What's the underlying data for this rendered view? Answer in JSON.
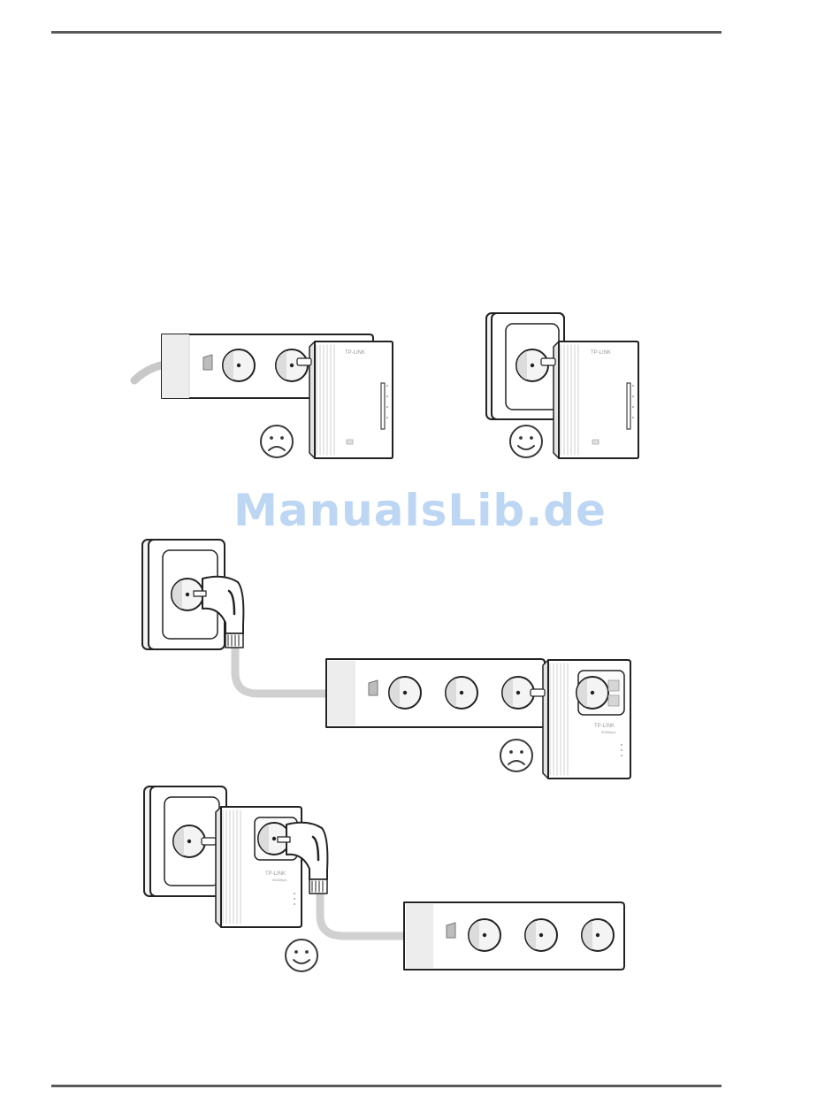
{
  "watermark": "ManualsLib.de",
  "device": {
    "brand": "TP-LINK",
    "model_label": "500Mbps"
  },
  "colors": {
    "rule": "#5a5a5a",
    "outline": "#222222",
    "cable": "#d0d0d0",
    "watermark": "#bcd6f3"
  },
  "scenes": [
    {
      "name": "adapter-in-power-strip",
      "verdict": "sad-face-icon"
    },
    {
      "name": "adapter-in-wall-socket",
      "verdict": "smiley-face-icon"
    },
    {
      "name": "passthrough-adapter-on-strip",
      "verdict": "sad-face-icon"
    },
    {
      "name": "strip-plugged-into-adapter",
      "verdict": "smiley-face-icon"
    }
  ]
}
